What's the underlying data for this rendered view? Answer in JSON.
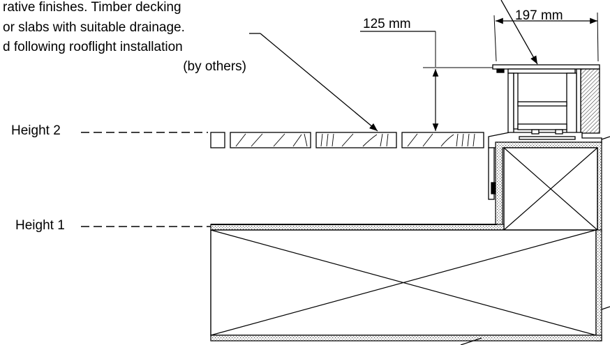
{
  "note": {
    "lines": [
      "rative finishes. Timber decking",
      "or slabs with suitable drainage.",
      "d following rooflight installation",
      "(by others)"
    ]
  },
  "dimensions": {
    "upstand": "125 mm",
    "frame_width": "197 mm"
  },
  "levels": {
    "height_2": "Height 2",
    "height_1": "Height 1"
  }
}
